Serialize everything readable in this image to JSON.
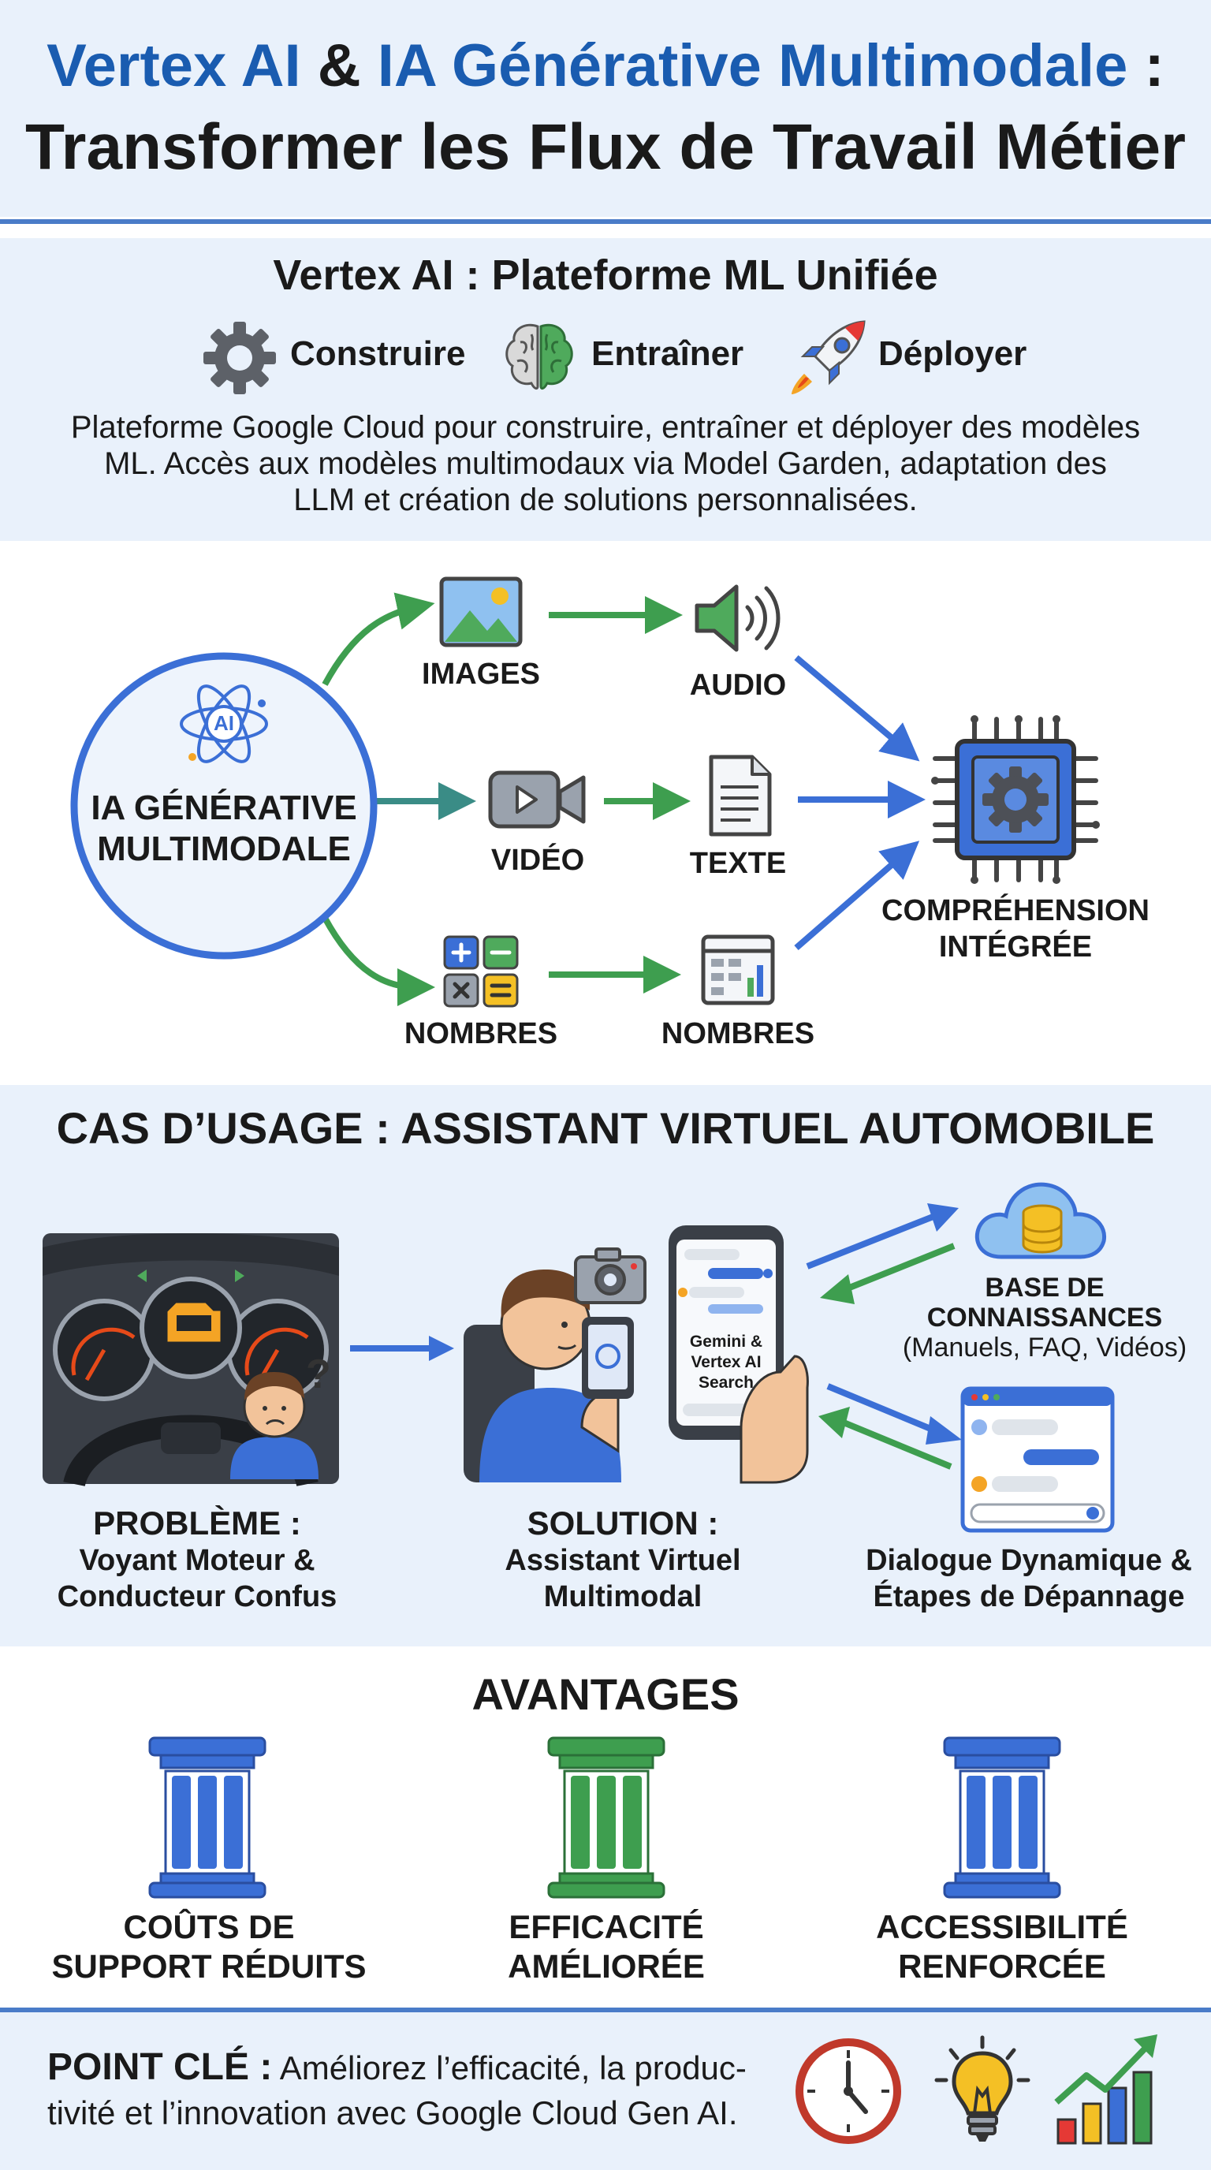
{
  "header": {
    "title_part1": "Vertex AI",
    "title_amp": "&",
    "title_part2": "IA Générative Multimodale",
    "title_colon": ":",
    "title_line2": "Transformer les Flux de Travail Métier"
  },
  "platform": {
    "heading": "Vertex AI : Plateforme ML Unifiée",
    "steps": [
      {
        "label": "Construire",
        "icon": "gear-icon"
      },
      {
        "label": "Entraîner",
        "icon": "brain-icon"
      },
      {
        "label": "Déployer",
        "icon": "rocket-icon"
      }
    ],
    "description_line1": "Plateforme Google Cloud pour construire, entraîner et déployer des modèles",
    "description_line2": "ML. Accès aux modèles multimodaux via Model Garden, adaptation des",
    "description_line3": "LLM et création de solutions personnalisées."
  },
  "multimodal": {
    "hub_badge": "AI",
    "hub_line1": "IA GÉNÉRATIVE",
    "hub_line2": "MULTIMODALE",
    "inputs": [
      "IMAGES",
      "VIDÉO",
      "NOMBRES"
    ],
    "outputs": [
      "AUDIO",
      "TEXTE",
      "NOMBRES"
    ],
    "result_line1": "COMPRÉHENSION",
    "result_line2": "INTÉGRÉE"
  },
  "usecase": {
    "heading": "CAS D’USAGE : ASSISTANT VIRTUEL AUTOMOBILE",
    "phone_line1": "Gemini &",
    "phone_line2": "Vertex AI",
    "phone_line3": "Search",
    "kb_line1": "BASE DE",
    "kb_line2": "CONNAISSANCES",
    "kb_line3": "(Manuels, FAQ, Vidéos)",
    "problem_line1": "PROBLÈME :",
    "problem_line2": "Voyant Moteur &",
    "problem_line3": "Conducteur Confus",
    "solution_line1": "SOLUTION :",
    "solution_line2": "Assistant Virtuel",
    "solution_line3": "Multimodal",
    "dialogue_line1": "Dialogue Dynamique &",
    "dialogue_line2": "Étapes de Dépannage"
  },
  "advantages": {
    "heading": "AVANTAGES",
    "items": [
      {
        "line1": "COÛTS DE",
        "line2": "SUPPORT RÉDUITS",
        "color": "#3b6fd6"
      },
      {
        "line1": "EFFICACITÉ",
        "line2": "AMÉLIORÉE",
        "color": "#3e9e4f"
      },
      {
        "line1": "ACCESSIBILITÉ",
        "line2": "RENFORCÉE",
        "color": "#3b6fd6"
      }
    ]
  },
  "keypoint": {
    "label": "POINT CLÉ :",
    "text_line1": "Améliorez l’efficacité, la produc-",
    "text_line2": "tivité et l’innovation avec Google Cloud Gen AI."
  },
  "colors": {
    "blue": "#3b6fd6",
    "green": "#3e9e4f",
    "title_blue": "#1a5cb0",
    "rule": "#4a7cc8",
    "panel_bg": "#e9f1fb"
  }
}
